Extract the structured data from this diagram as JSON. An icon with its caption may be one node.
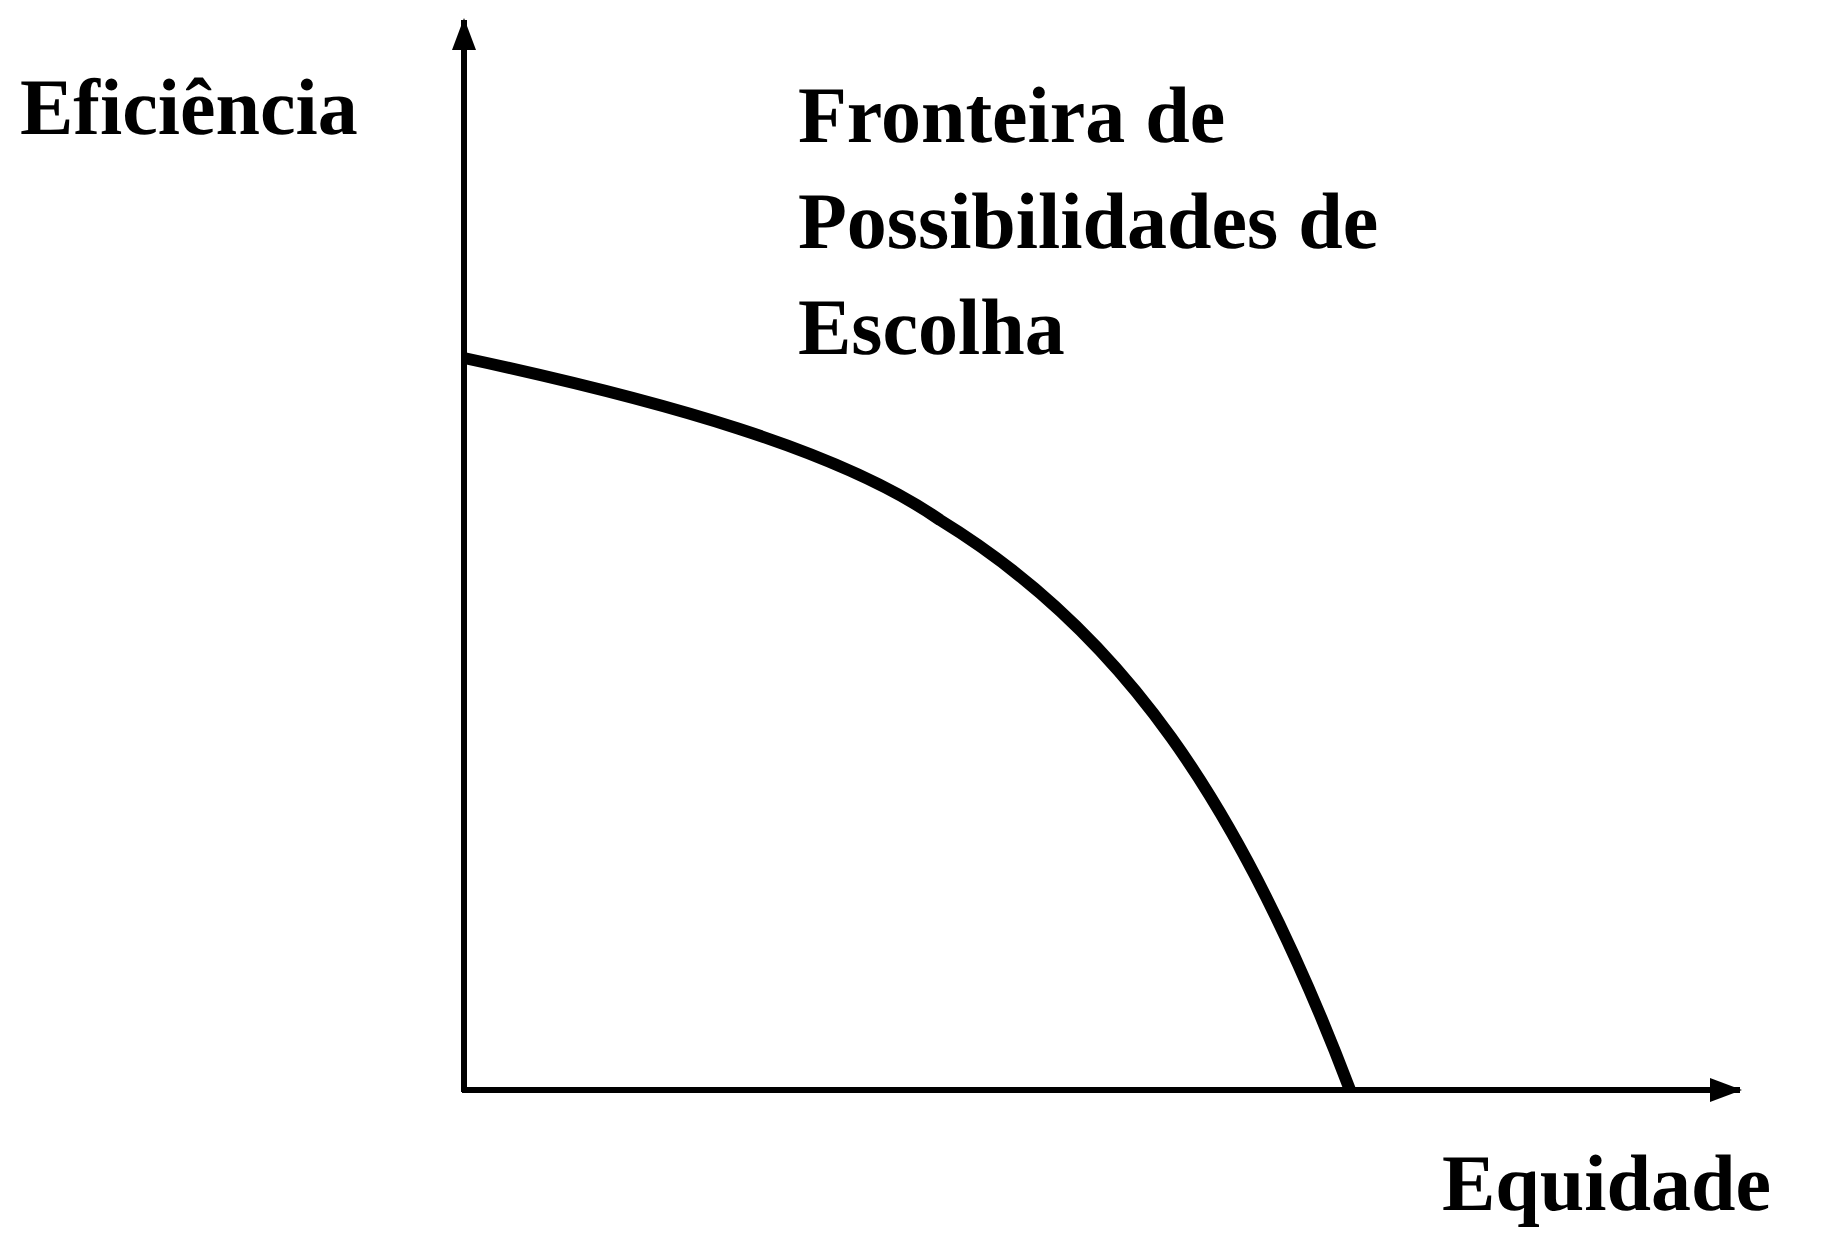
{
  "diagram": {
    "labels": [
      "Eficiência",
      "Fronteira de Possibilidades de Escolha",
      "Equidade"
    ]
  }
}
